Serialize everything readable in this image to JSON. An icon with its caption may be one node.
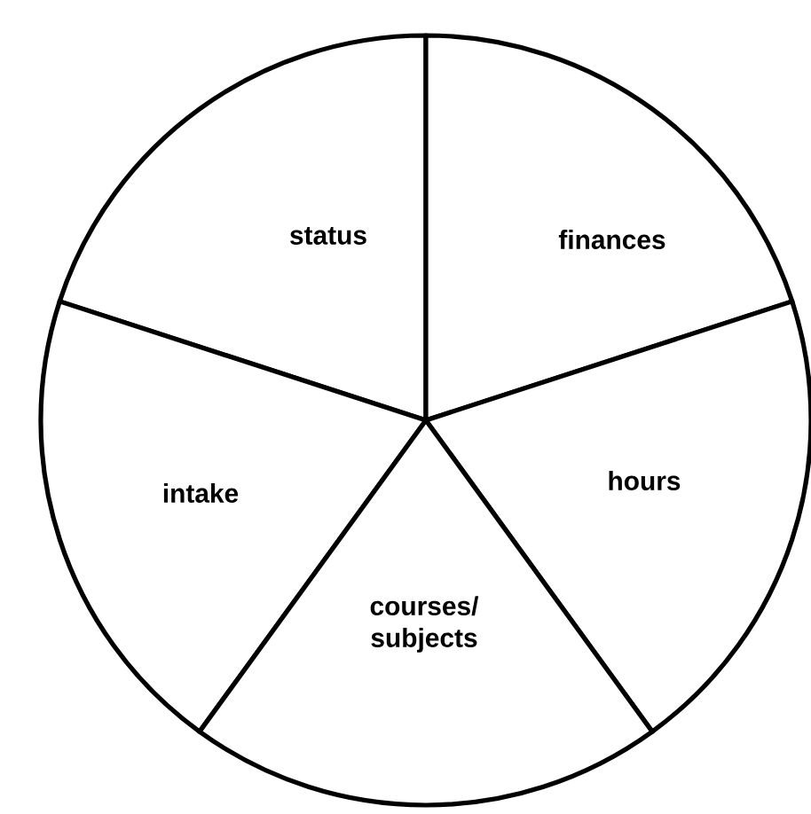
{
  "diagram": {
    "nodes": [
      {
        "text": [
          "status"
        ]
      },
      {
        "text": [
          "finances"
        ]
      },
      {
        "text": [
          "intake"
        ]
      },
      {
        "text": [
          "hours"
        ]
      },
      {
        "text": [
          "courses/ subjects"
        ]
      }
    ]
  }
}
